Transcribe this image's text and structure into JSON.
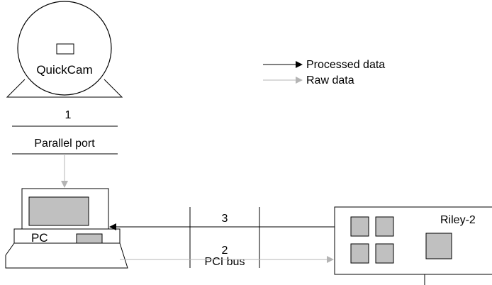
{
  "camera": {
    "label": "QuickCam"
  },
  "link1": {
    "number": "1",
    "interface_label": "Parallel port"
  },
  "link2": {
    "number": "2"
  },
  "link3": {
    "number": "3"
  },
  "bus": {
    "label": "PCI bus"
  },
  "pc": {
    "label": "PC"
  },
  "board": {
    "label": "Riley-2"
  },
  "legend": {
    "processed_label": "Processed data",
    "raw_label": "Raw data",
    "processed_color": "#000000",
    "raw_color": "#b4b4b4"
  },
  "colors": {
    "chip_fill": "#c0c0c0",
    "screen_fill": "#c0c0c0",
    "line": "#000000"
  }
}
